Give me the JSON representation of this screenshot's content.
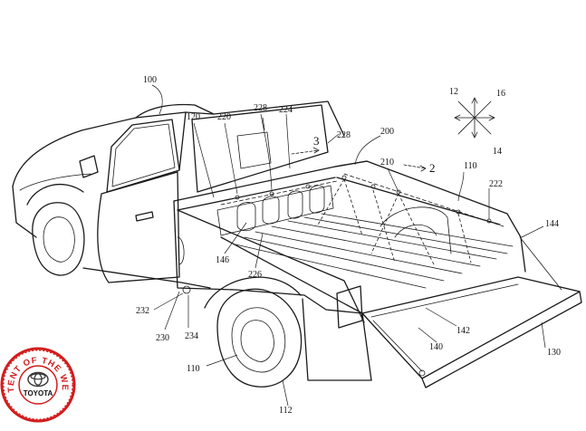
{
  "figure": {
    "reference_numerals": [
      {
        "id": "r100",
        "text": "100"
      },
      {
        "id": "r120",
        "text": "120"
      },
      {
        "id": "r220",
        "text": "220"
      },
      {
        "id": "r228a",
        "text": "228"
      },
      {
        "id": "r224",
        "text": "224"
      },
      {
        "id": "r228b",
        "text": "228"
      },
      {
        "id": "r200",
        "text": "200"
      },
      {
        "id": "r210",
        "text": "210"
      },
      {
        "id": "r110a",
        "text": "110"
      },
      {
        "id": "r222",
        "text": "222"
      },
      {
        "id": "r144",
        "text": "144"
      },
      {
        "id": "r146",
        "text": "146"
      },
      {
        "id": "r226",
        "text": "226"
      },
      {
        "id": "r232",
        "text": "232"
      },
      {
        "id": "r230",
        "text": "230"
      },
      {
        "id": "r234",
        "text": "234"
      },
      {
        "id": "r142",
        "text": "142"
      },
      {
        "id": "r140",
        "text": "140"
      },
      {
        "id": "r130",
        "text": "130"
      },
      {
        "id": "r110b",
        "text": "110"
      },
      {
        "id": "r112",
        "text": "112"
      }
    ],
    "direction_labels": {
      "two": "2",
      "three": "3"
    },
    "axis_labels": {
      "a12": "12",
      "a16": "16",
      "a14": "14"
    }
  },
  "seal": {
    "arc_text": "PATENT OF THE WEEK",
    "brand": "TOYOTA",
    "color": "#d21c1c"
  }
}
